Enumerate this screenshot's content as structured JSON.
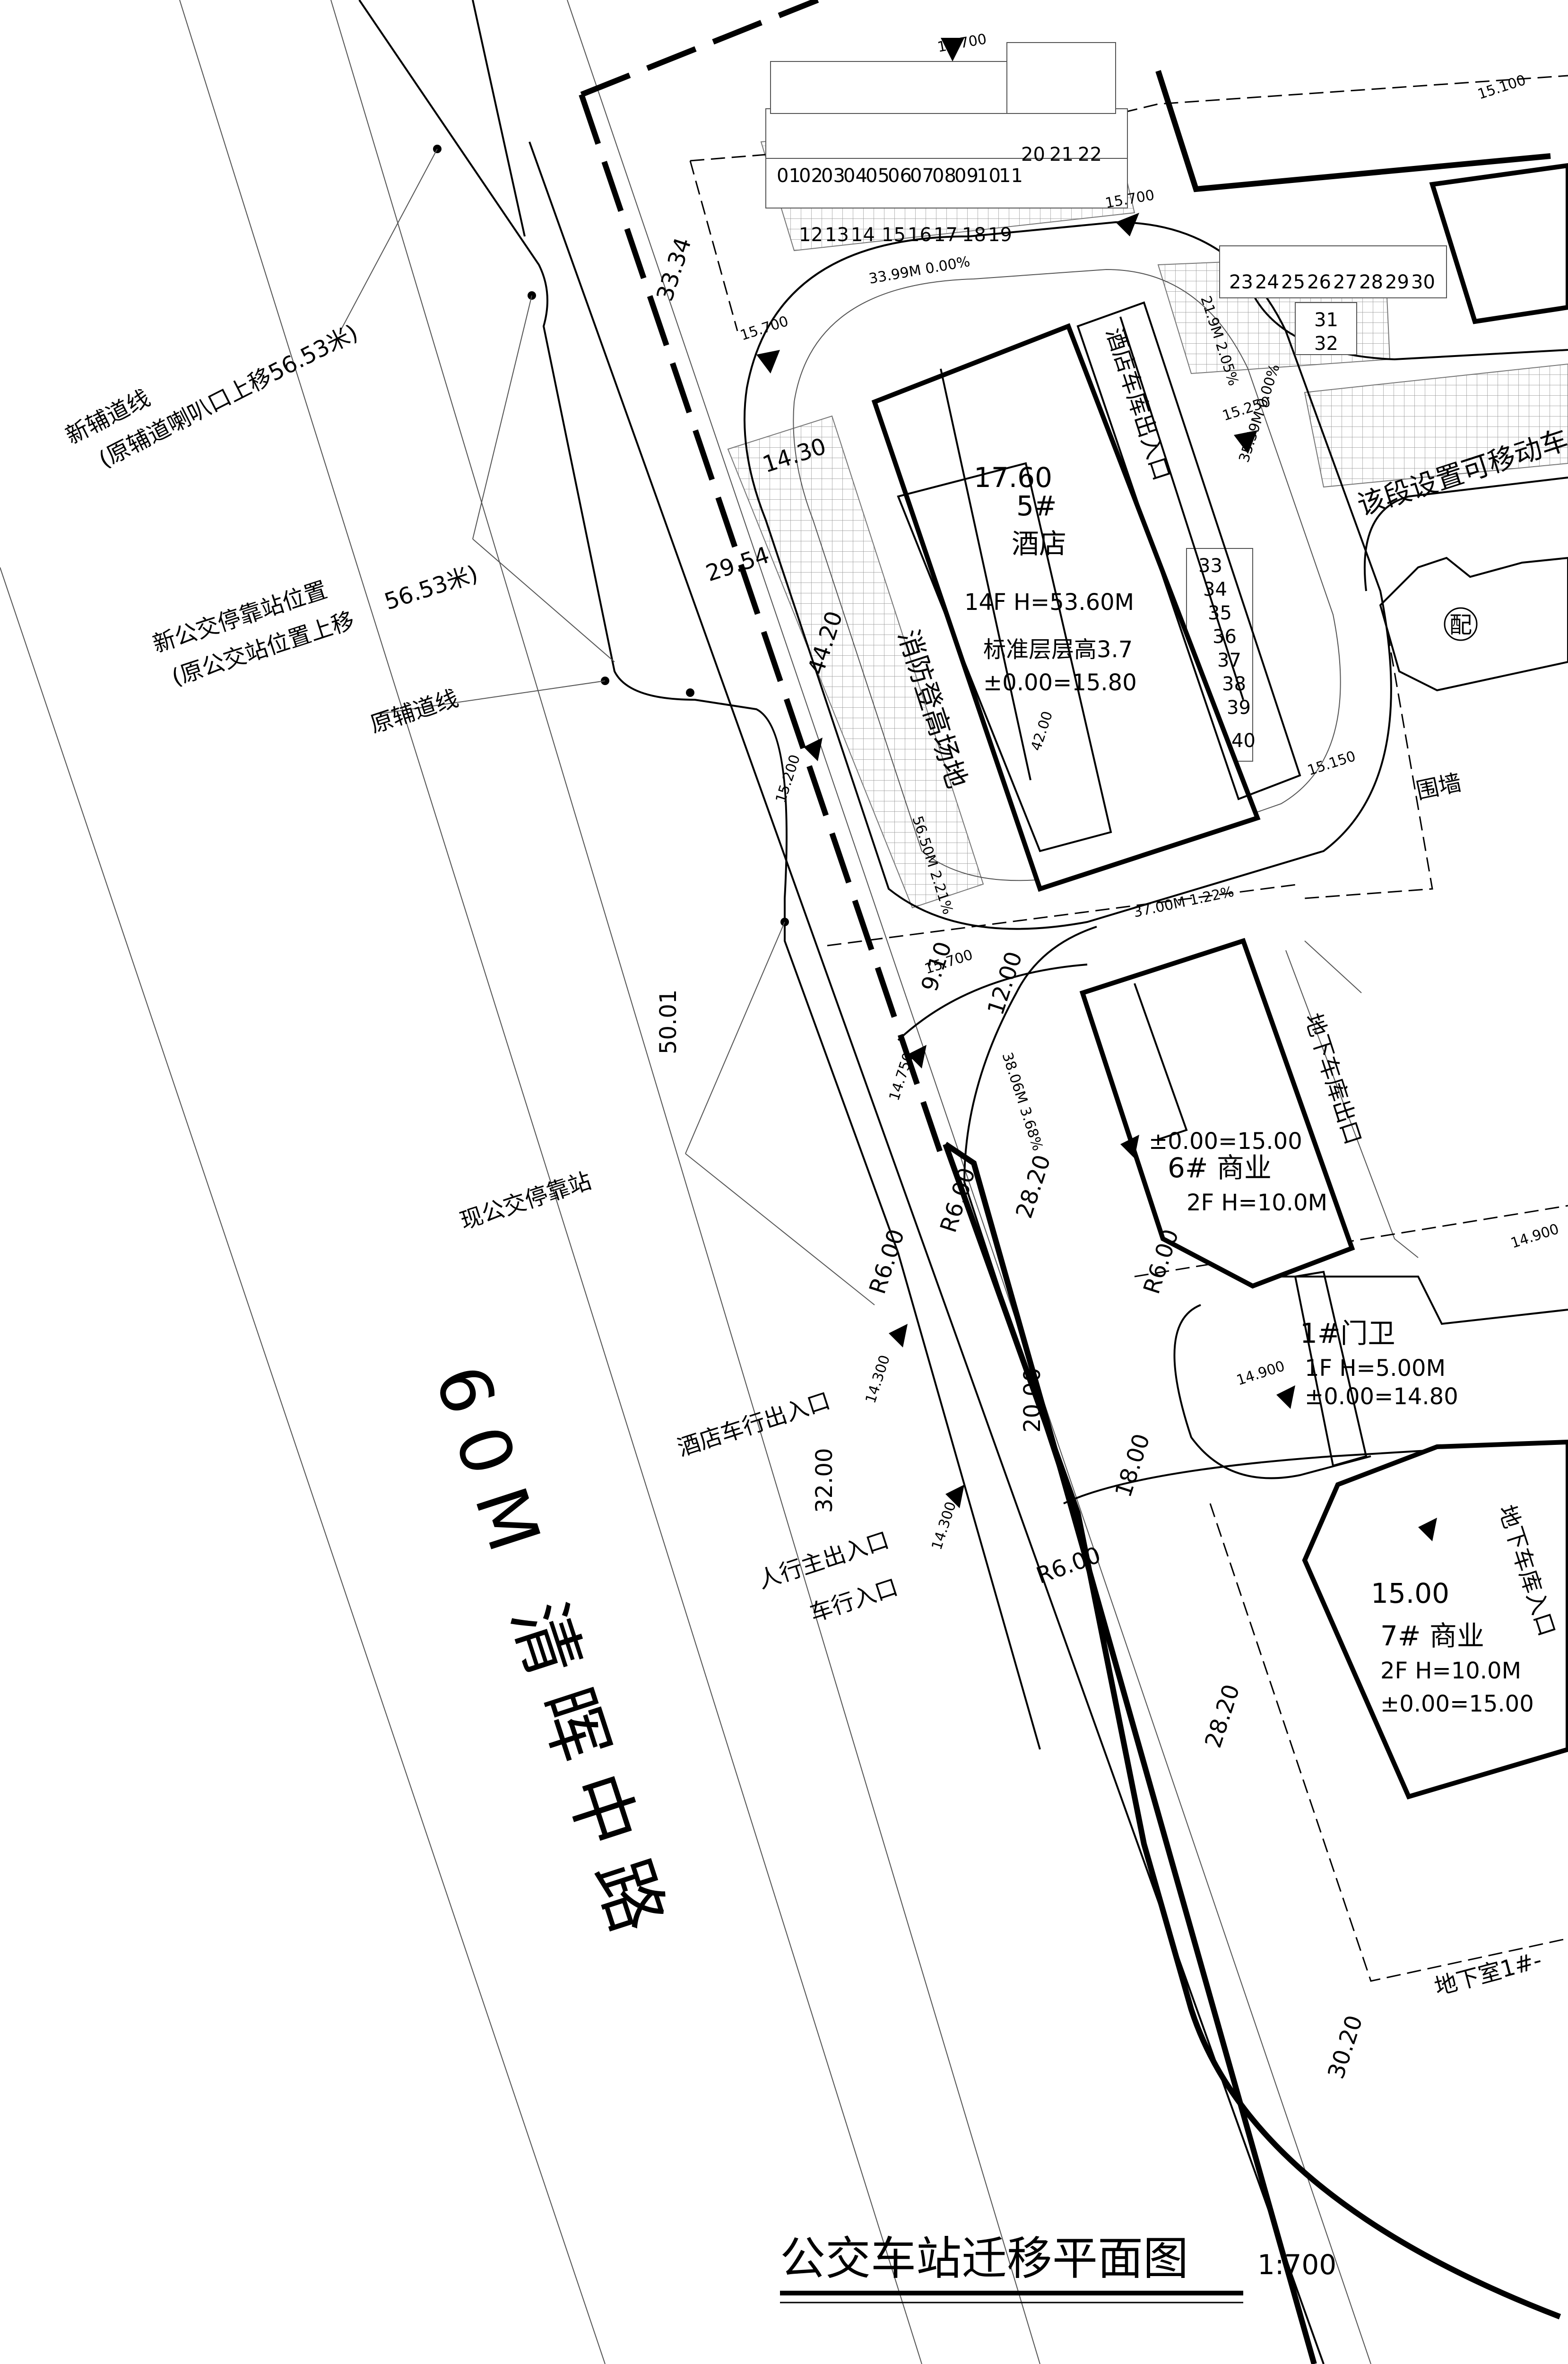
{
  "drawing_title": "公交车站迁移平面图",
  "scale": "1:700",
  "road_name": "60M 清晖中路",
  "labels": {
    "new_aux_road_line": "新辅道线",
    "new_aux_road_note": "(原辅道喇叭口上移56.53米)",
    "new_bus_stop_position": "新公交停靠站位置",
    "new_bus_stop_note": "(原公交站位置上移",
    "new_bus_stop_note_value": "56.53米)",
    "old_aux_road_line": "原辅道线",
    "current_bus_stop": "现公交停靠站",
    "hotel_vehicle_entrance": "酒店车行出入口",
    "pedestrian_main_entrance": "人行主出入口",
    "vehicle_entrance": "车行入口",
    "hotel_garage_exit": "酒店车库出入口",
    "fire_rescue_site": "消防登高场地",
    "movable_section_note": "该段设置可移动车",
    "substation": "配",
    "boundary_wall": "围墙",
    "underground_garage_exit": "地下车库出口",
    "underground_garage_entrance": "地下车库入口",
    "basement_label": "地下室1#-"
  },
  "buildings": {
    "b5": {
      "number": "5#",
      "type": "酒店",
      "floors": "14F H=53.60M",
      "floor_height": "标准层层高3.7",
      "elevation": "±0.00=15.80",
      "top_elev": "17.60"
    },
    "b6": {
      "elevation": "±0.00=15.00",
      "name": "6# 商业",
      "floors": "2F H=10.0M"
    },
    "b1": {
      "name": "1#门卫",
      "floors": "1F H=5.00M",
      "elevation": "±0.00=14.80"
    },
    "b7": {
      "top_elev": "15.00",
      "name": "7#  商业",
      "floors": "2F H=10.0M",
      "elevation": "±0.00=15.00"
    }
  },
  "parking_rows": {
    "top_upper": [
      "01",
      "02",
      "03",
      "04",
      "05",
      "06",
      "07",
      "08",
      "09",
      "10",
      "11"
    ],
    "top_upper_2": [
      "20",
      "21",
      "22"
    ],
    "top_lower": [
      "12",
      "13",
      "14",
      "15",
      "16",
      "17",
      "18",
      "19"
    ],
    "right_row": [
      "23",
      "24",
      "25",
      "26",
      "27",
      "28",
      "29",
      "30"
    ],
    "right_small": [
      "31",
      "32"
    ],
    "side_col": [
      "33",
      "34",
      "35",
      "36",
      "37",
      "38",
      "39",
      "40"
    ]
  },
  "dimensions": {
    "d1": "33.34",
    "d2": "29.54",
    "d3": "14.30",
    "d4": "44.20",
    "d5": "50.01",
    "d6": "9.10",
    "d7": "28.20",
    "d8": "20.00",
    "d9": "32.00",
    "d10": "18.00",
    "d11": "28.20",
    "d12": "30.20",
    "d13": "12.00",
    "r1": "R6.00",
    "r2": "R6.00",
    "r3": "R6.00",
    "r4": "R6.00"
  },
  "slopes": {
    "s1": "33.99M 0.00%",
    "s2": "21.9M 2.05%",
    "s3": "35.59M 0.00%",
    "s4": "37.00M 1.22%",
    "s5": "56.50M 2.21%",
    "s6": "38.06M 3.68%",
    "s7": "42.00"
  },
  "elev_marks": {
    "e1": "15.700",
    "e2": "15.700",
    "e3": "15.700",
    "e4": "15.250",
    "e5": "15.100",
    "e6": "15.200",
    "e7": "15.150",
    "e8": "15.700",
    "e9": "14.750",
    "e10": "14.300",
    "e11": "14.300",
    "e12": "14.900",
    "e13": "14.900"
  }
}
